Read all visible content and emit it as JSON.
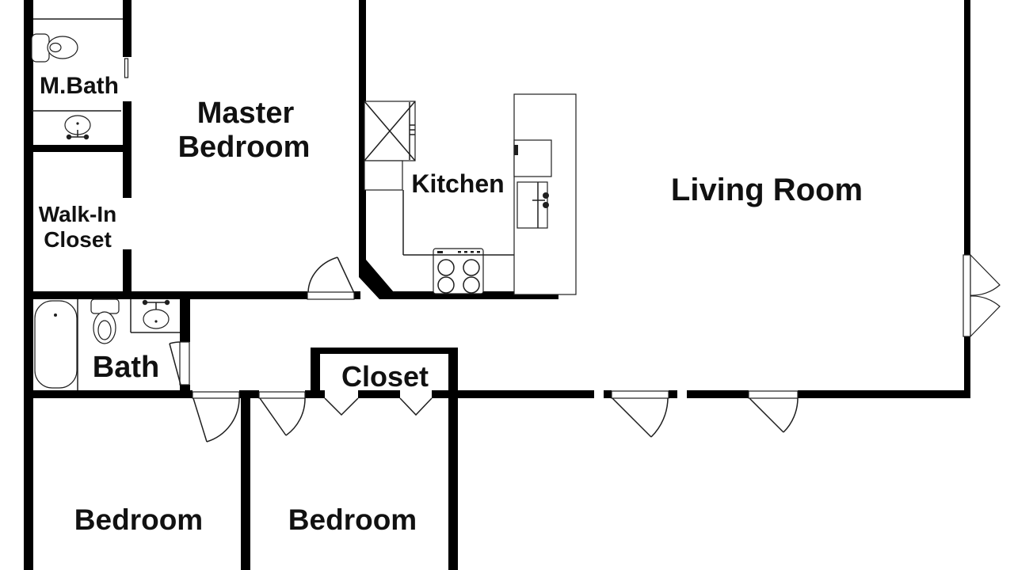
{
  "colors": {
    "wall": "#000000",
    "background": "#ffffff",
    "line": "#1f1f1f",
    "text": "#111111"
  },
  "rooms": {
    "mbath": {
      "label": "M.Bath"
    },
    "master_bedroom": {
      "label_line1": "Master",
      "label_line2": "Bedroom"
    },
    "walk_in_closet": {
      "label_line1": "Walk-In",
      "label_line2": "Closet"
    },
    "kitchen": {
      "label": "Kitchen"
    },
    "living_room": {
      "label": "Living Room"
    },
    "bath": {
      "label": "Bath"
    },
    "closet": {
      "label": "Closet"
    },
    "bedroom_left": {
      "label": "Bedroom"
    },
    "bedroom_right": {
      "label": "Bedroom"
    }
  },
  "fixtures": {
    "mbath": [
      "shower-line",
      "toilet-icon",
      "sink-icon"
    ],
    "bath": [
      "bathtub-icon",
      "toilet-icon",
      "sink-icon"
    ],
    "kitchen": [
      "corner-cabinet-icon",
      "counter-line",
      "island-counter",
      "wall-oven-icon",
      "kitchen-sink-icon",
      "stove-icon"
    ],
    "doors": [
      "swing-door",
      "bifold-door",
      "french-double-door"
    ]
  }
}
